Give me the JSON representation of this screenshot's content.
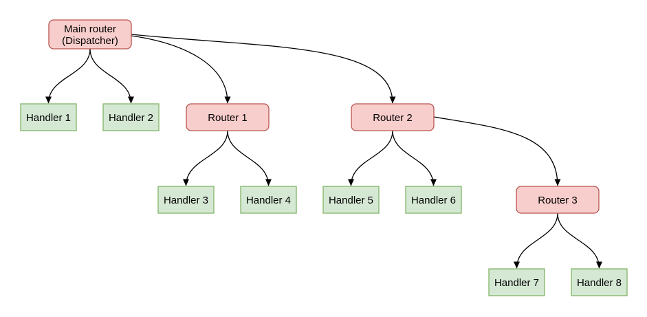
{
  "diagram": {
    "background": "#ffffff",
    "colors": {
      "background": "#ffffff",
      "router_fill": "#f8cecc",
      "router_border": "#b85450",
      "handler_fill": "#d5e8d4",
      "handler_border": "#82b366",
      "edge_color": "#000000",
      "text_color": "#000000"
    },
    "nodes": [
      {
        "id": "main-router",
        "type": "router",
        "lines": [
          "Main router",
          "(Dispatcher)"
        ]
      },
      {
        "id": "handler-1",
        "type": "handler",
        "label": "Handler 1"
      },
      {
        "id": "handler-2",
        "type": "handler",
        "label": "Handler 2"
      },
      {
        "id": "router-1",
        "type": "router",
        "label": "Router 1"
      },
      {
        "id": "router-2",
        "type": "router",
        "label": "Router 2"
      },
      {
        "id": "handler-3",
        "type": "handler",
        "label": "Handler 3"
      },
      {
        "id": "handler-4",
        "type": "handler",
        "label": "Handler 4"
      },
      {
        "id": "handler-5",
        "type": "handler",
        "label": "Handler 5"
      },
      {
        "id": "handler-6",
        "type": "handler",
        "label": "Handler 6"
      },
      {
        "id": "router-3",
        "type": "router",
        "label": "Router 3"
      },
      {
        "id": "handler-7",
        "type": "handler",
        "label": "Handler 7"
      },
      {
        "id": "handler-8",
        "type": "handler",
        "label": "Handler 8"
      }
    ],
    "edges": [
      {
        "from": "main-router",
        "to": "handler-1"
      },
      {
        "from": "main-router",
        "to": "handler-2"
      },
      {
        "from": "main-router",
        "to": "router-1"
      },
      {
        "from": "main-router",
        "to": "router-2"
      },
      {
        "from": "router-1",
        "to": "handler-3"
      },
      {
        "from": "router-1",
        "to": "handler-4"
      },
      {
        "from": "router-2",
        "to": "handler-5"
      },
      {
        "from": "router-2",
        "to": "handler-6"
      },
      {
        "from": "router-2",
        "to": "router-3"
      },
      {
        "from": "router-3",
        "to": "handler-7"
      },
      {
        "from": "router-3",
        "to": "handler-8"
      }
    ]
  }
}
